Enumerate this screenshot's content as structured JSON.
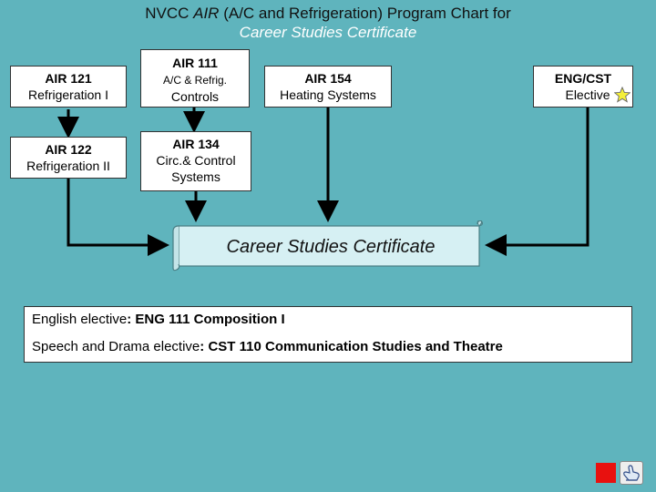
{
  "title": {
    "line1_prefix": "NVCC ",
    "line1_italic": "AIR",
    "line1_suffix": " (A/C and Refrigeration) Program Chart for",
    "line2": "Career Studies Certificate"
  },
  "boxes": {
    "air121": {
      "code": "AIR 121",
      "name": "Refrigeration I"
    },
    "air111": {
      "code": "AIR 111",
      "name_line1": "A/C & Refrig.",
      "name_line2": "Controls"
    },
    "air154": {
      "code": "AIR 154",
      "name": "Heating Systems"
    },
    "engcst": {
      "code": "ENG/CST",
      "name": "Elective"
    },
    "air122": {
      "code": "AIR 122",
      "name": "Refrigeration II"
    },
    "air134": {
      "code": "AIR 134",
      "name_line1": "Circ.& Control",
      "name_line2": "Systems"
    }
  },
  "certificate": {
    "label": "Career Studies Certificate"
  },
  "electives": {
    "english_label": "English elective",
    "english_sep": ":  ",
    "english_course": "ENG 111 Composition I",
    "speech_label": "Speech and Drama elective",
    "speech_sep": ":  ",
    "speech_course": "CST 110 Communication Studies and Theatre"
  },
  "icons": {
    "elective_marker": "star-icon",
    "nav": "hand-pointer-icon"
  },
  "colors": {
    "background": "#5fb4bd",
    "scroll_fill": "#d6f0f3",
    "star": "#f4ef3a",
    "red_button": "#e8110f"
  }
}
